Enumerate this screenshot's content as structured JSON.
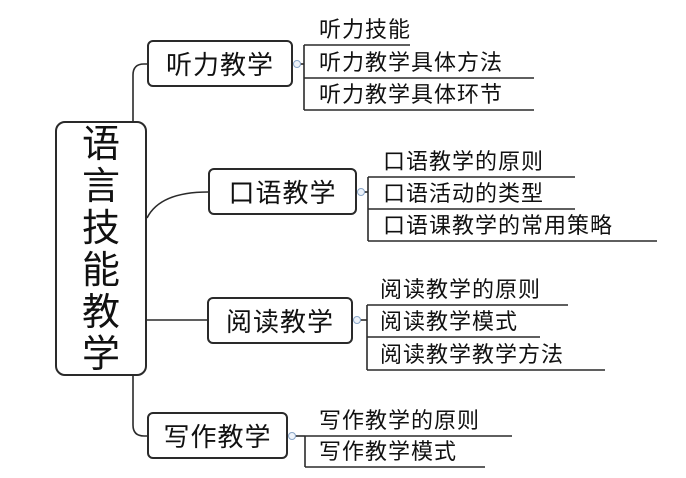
{
  "root": {
    "label_chars": [
      "语",
      "言",
      "技",
      "能",
      "教",
      "学"
    ]
  },
  "branches": [
    {
      "label": "听力教学",
      "leaves": [
        "听力技能",
        "听力教学具体方法",
        "听力教学具体环节"
      ]
    },
    {
      "label": "口语教学",
      "leaves": [
        "口语教学的原则",
        "口语活动的类型",
        "口语课教学的常用策略"
      ]
    },
    {
      "label": "阅读教学",
      "leaves": [
        "阅读教学的原则",
        "阅读教学模式",
        "阅读教学教学方法"
      ]
    },
    {
      "label": "写作教学",
      "leaves": [
        "写作教学的原则",
        "写作教学模式"
      ]
    }
  ]
}
